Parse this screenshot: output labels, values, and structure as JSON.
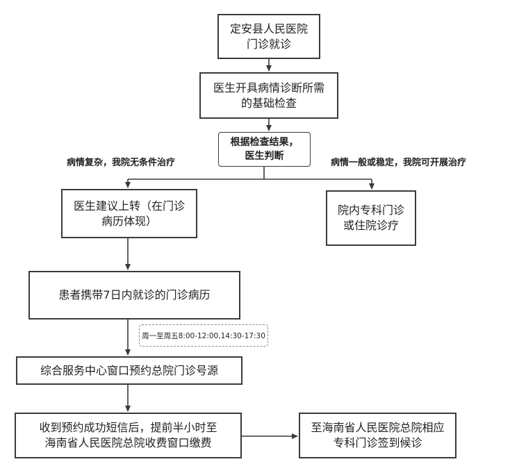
{
  "nodes": {
    "start": "定安县人民医院\n门诊就诊",
    "basic_exam": "医生开具病情诊断所需\n的基础检查",
    "judge": "根据检查结果，\n医生判断",
    "refer": "医生建议上转（在门诊\n病历体现）",
    "local_treat": "院内专科门诊\n或住院诊疗",
    "bring_record": "患者携带7日内就诊的门诊病历",
    "book": "综合服务中心窗口预约总院门诊号源",
    "pay": "收到预约成功短信后，提前半小时至\n海南省人民医院总院收费窗口缴费",
    "checkin": "至海南省人民医院总院相应\n专科门诊签到候诊"
  },
  "labels": {
    "complex": "病情复杂，我院无条件治疗",
    "stable": "病情一般或稳定，我院可开展治疗"
  },
  "note": "周一至周五8:00-12:00,14:30-17:30"
}
